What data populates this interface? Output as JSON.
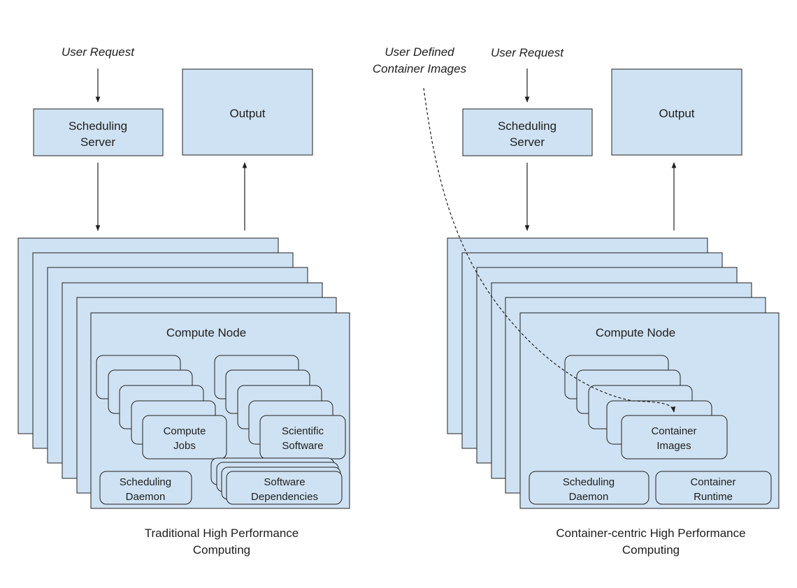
{
  "left": {
    "user_request": "User Request",
    "scheduling_server": [
      "Scheduling",
      "Server"
    ],
    "output": "Output",
    "compute_node": "Compute Node",
    "compute_jobs": [
      "Compute",
      "Jobs"
    ],
    "scientific_software": [
      "Scientific",
      "Software"
    ],
    "scheduling_daemon": [
      "Scheduling",
      "Daemon"
    ],
    "software_dependencies": [
      "Software",
      "Dependencies"
    ],
    "caption": [
      "Traditional High Performance",
      "Computing"
    ]
  },
  "right": {
    "user_defined": [
      "User Defined",
      "Container Images"
    ],
    "user_request": "User Request",
    "scheduling_server": [
      "Scheduling",
      "Server"
    ],
    "output": "Output",
    "compute_node": "Compute Node",
    "container_images": [
      "Container",
      "Images"
    ],
    "scheduling_daemon": [
      "Scheduling",
      "Daemon"
    ],
    "container_runtime": [
      "Container",
      "Runtime"
    ],
    "caption": [
      "Container-centric High Performance",
      "Computing"
    ]
  }
}
